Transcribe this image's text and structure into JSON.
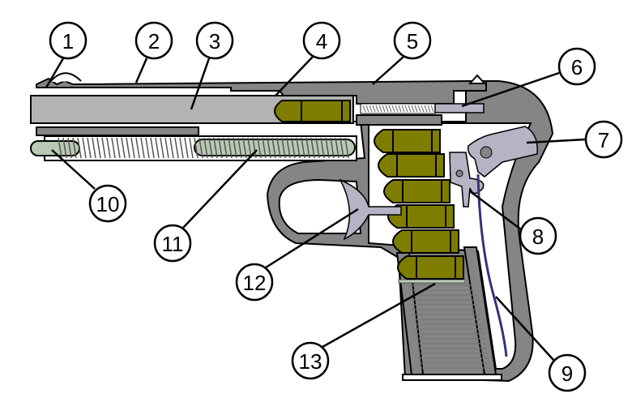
{
  "colors": {
    "frame": "#858585",
    "barrel": "#b3b3b3",
    "cartridge": "#7f7d00",
    "guide": "#b9c9b3",
    "hammer": "#b4b4c4",
    "mainspring": "#34347a"
  },
  "callouts": [
    {
      "label": "1"
    },
    {
      "label": "2"
    },
    {
      "label": "3"
    },
    {
      "label": "4"
    },
    {
      "label": "5"
    },
    {
      "label": "6"
    },
    {
      "label": "7"
    },
    {
      "label": "8"
    },
    {
      "label": "9"
    },
    {
      "label": "10"
    },
    {
      "label": "11"
    },
    {
      "label": "12"
    },
    {
      "label": "13"
    }
  ]
}
